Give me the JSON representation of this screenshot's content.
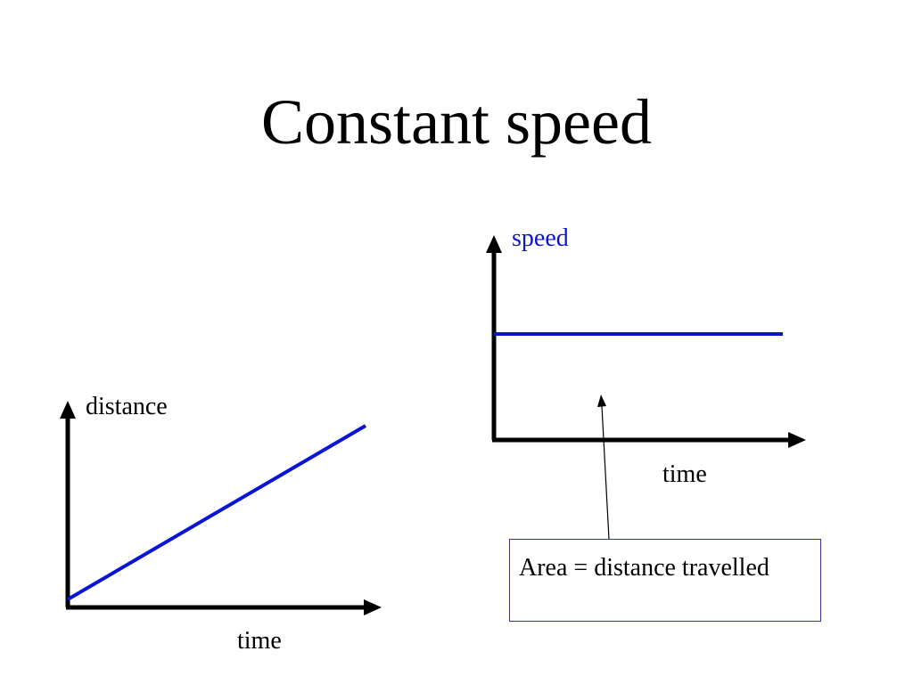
{
  "slide": {
    "title": "Constant speed"
  },
  "colors": {
    "axis": "#000000",
    "graph_line": "#0a14d2",
    "speed_label": "#0a14d2",
    "note_border": "#2b2bdc"
  },
  "distance_graph": {
    "y_label": "distance",
    "x_label": "time"
  },
  "speed_graph": {
    "y_label": "speed",
    "x_label": "time"
  },
  "note": {
    "text": "Area = distance travelled"
  }
}
